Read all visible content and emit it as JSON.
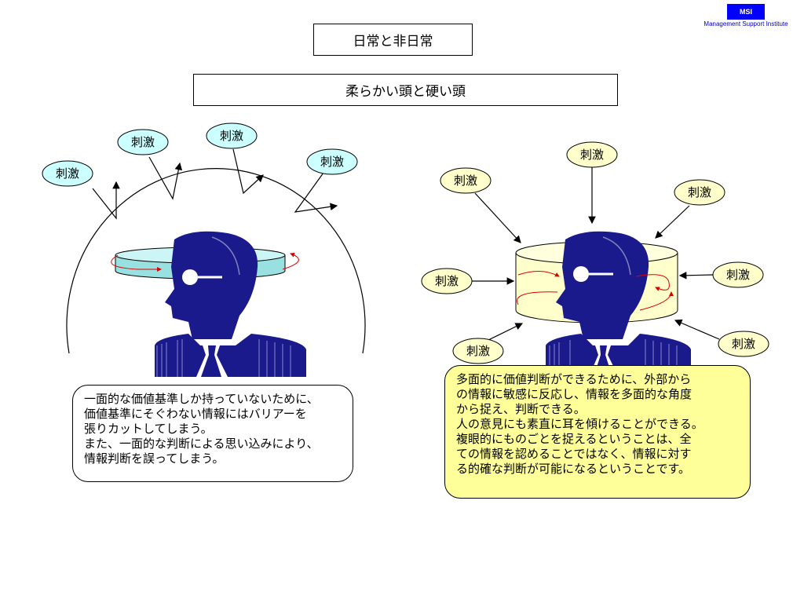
{
  "logo": {
    "abbr": "MSI",
    "name": "Management Support Institute"
  },
  "title": "日常と非日常",
  "subtitle": "柔らかい頭と硬い頭",
  "stimulus_label": "刺激",
  "left_callout": "一面的な価値基準しか持っていないために、\n価値基準にそぐわない情報にはバリアーを\n張りカットしてしまう。\nまた、一面的な判断による思い込みにより、\n情報判断を誤ってしまう。",
  "right_callout": "多面的に価値判断ができるために、外部から\nの情報に敏感に反応し、情報を多面的な角度\nから捉え、判断できる。\n人の意見にも素直に耳を傾けることができる。\n複眼的にものごとを捉えるということは、全\nての情報を認めることではなく、情報に対す\nる的確な判断が可能になるということです。",
  "colors": {
    "head": "#1a1a8c",
    "left_bubble": "#ccffff",
    "right_bubble": "#ffffcc",
    "callout_right": "#ffff99",
    "arrow_red": "#dd0000"
  }
}
